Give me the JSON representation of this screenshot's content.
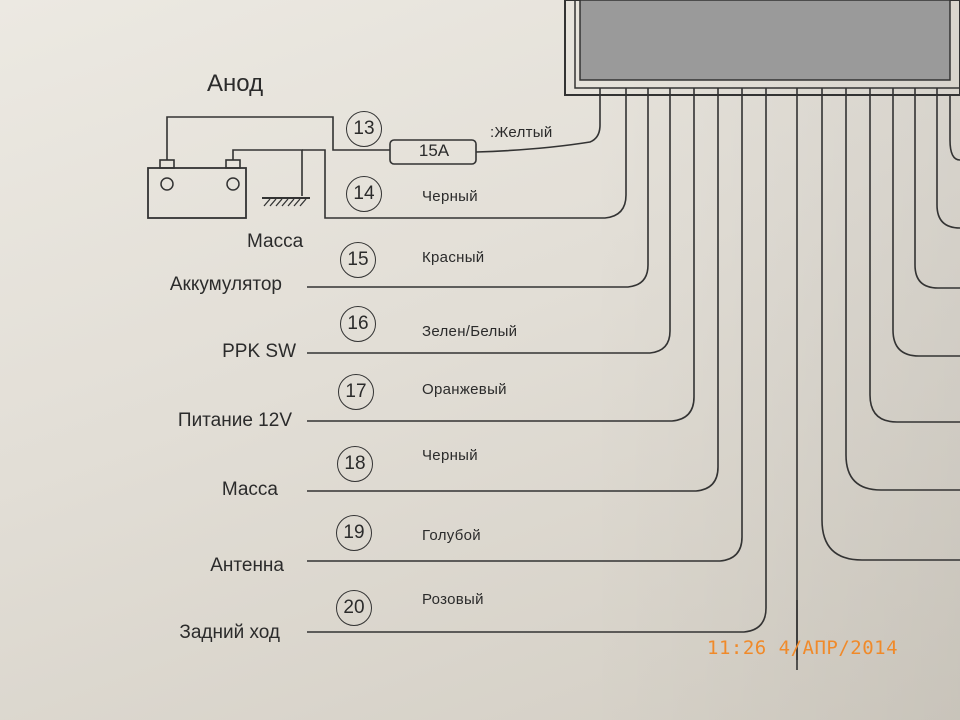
{
  "diagram": {
    "top_label": "Анод",
    "ground_label": "Масса",
    "fuse_label": "15А",
    "wires": [
      {
        "number": "13",
        "color_name": ":Желтый",
        "side_label": ""
      },
      {
        "number": "14",
        "color_name": "Черный",
        "side_label": ""
      },
      {
        "number": "15",
        "color_name": "Красный",
        "side_label": "Аккумулятор"
      },
      {
        "number": "16",
        "color_name": "Зелен/Белый",
        "side_label": "PPK SW"
      },
      {
        "number": "17",
        "color_name": "Оранжевый",
        "side_label": "Питание 12V"
      },
      {
        "number": "18",
        "color_name": "Черный",
        "side_label": "Масса"
      },
      {
        "number": "19",
        "color_name": "Голубой",
        "side_label": "Антенна"
      },
      {
        "number": "20",
        "color_name": "Розовый",
        "side_label": "Задний ход"
      }
    ]
  },
  "photo_timestamp": "11:26  4/АПР/2014",
  "colors": {
    "ink": "#2b2b2b",
    "timestamp": "#f08a2a",
    "connector": "#9a9a9a"
  }
}
